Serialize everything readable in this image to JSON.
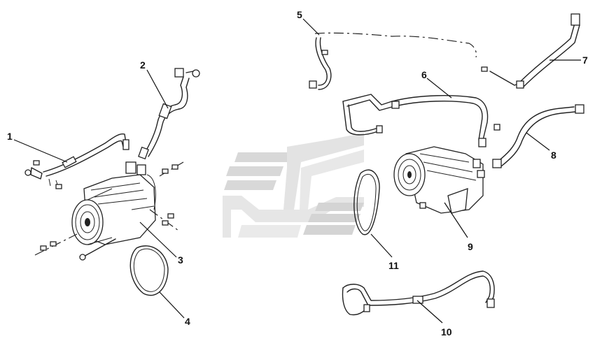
{
  "callouts": [
    {
      "id": "1",
      "label": "1"
    },
    {
      "id": "2",
      "label": "2"
    },
    {
      "id": "3",
      "label": "3"
    },
    {
      "id": "4",
      "label": "4"
    },
    {
      "id": "5",
      "label": "5"
    },
    {
      "id": "6",
      "label": "6"
    },
    {
      "id": "7",
      "label": "7"
    },
    {
      "id": "8",
      "label": "8"
    },
    {
      "id": "9",
      "label": "9"
    },
    {
      "id": "10",
      "label": "10"
    },
    {
      "id": "11",
      "label": "11"
    }
  ],
  "watermark": {
    "color_light": "#e2e2e2",
    "color_dark": "#c9c9c9"
  },
  "colors": {
    "line": "#222222",
    "background": "#ffffff"
  }
}
